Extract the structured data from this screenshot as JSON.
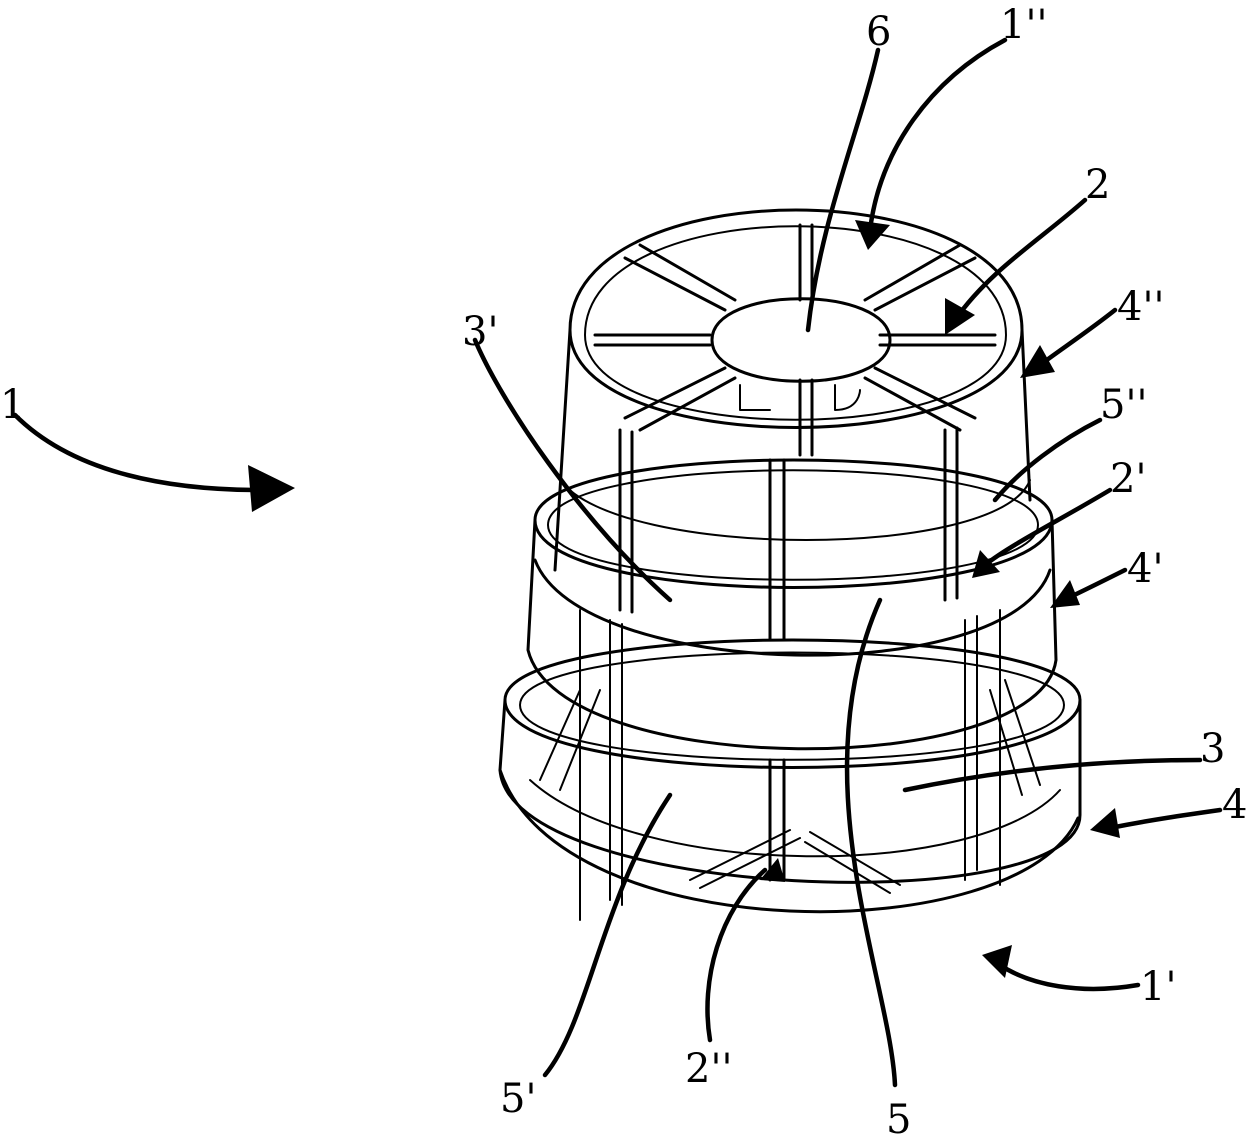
{
  "labels": {
    "assembly": "1",
    "top": "1''",
    "six": "6",
    "two": "2",
    "four_dd": "4''",
    "five_dd": "5''",
    "two_d": "2'",
    "four_d": "4'",
    "three_d": "3'",
    "three": "3",
    "four": "4",
    "one_d": "1'",
    "five_d": "5'",
    "two_dd": "2''",
    "five": "5"
  }
}
